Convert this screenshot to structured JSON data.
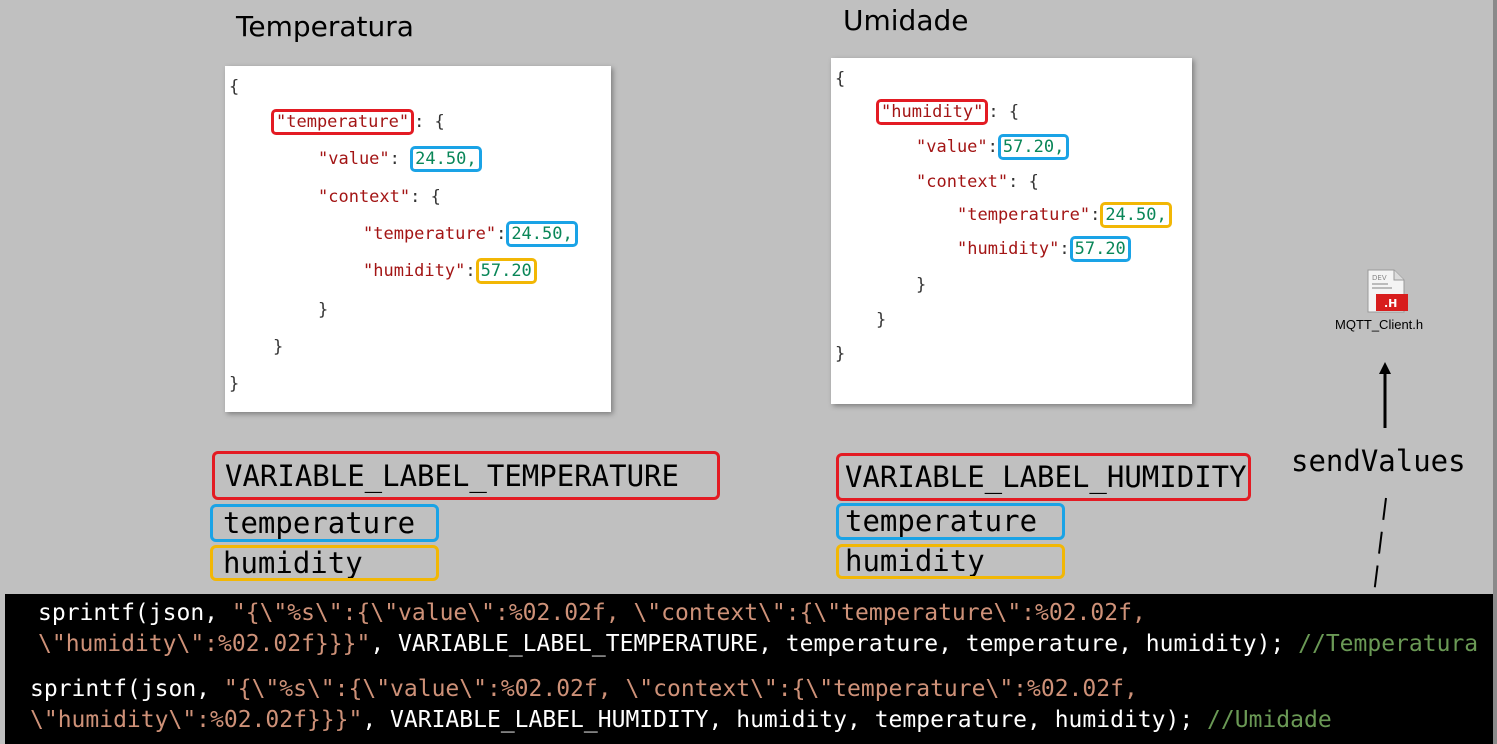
{
  "temperatura": {
    "title": "Temperatura",
    "json_lines": {
      "open": "{",
      "key_main": "\"temperature\"",
      "after_main": ": {",
      "value_key": "\"value\"",
      "colon": ":",
      "value_num": "24.50,",
      "context_key": "\"context\"",
      "context_open": ": {",
      "temp_key": "\"temperature\"",
      "temp_num": "24.50,",
      "hum_key": "\"humidity\"",
      "hum_num": "57.20",
      "close_inner": "}",
      "close_mid": "}",
      "close_outer": "}"
    },
    "var_label": "VARIABLE_LABEL_TEMPERATURE",
    "var_value": "temperature",
    "var_context": "humidity"
  },
  "umidade": {
    "title": "Umidade",
    "json_lines": {
      "open": "{",
      "key_main": "\"humidity\"",
      "after_main": ": {",
      "value_key": "\"value\"",
      "colon": ":",
      "value_num": "57.20,",
      "context_key": "\"context\"",
      "context_open": ": {",
      "temp_key": "\"temperature\"",
      "temp_num": "24.50,",
      "hum_key": "\"humidity\"",
      "hum_num": "57.20",
      "close_inner": "}",
      "close_mid": "}",
      "close_outer": "}"
    },
    "var_label": "VARIABLE_LABEL_HUMIDITY",
    "var_value": "temperature",
    "var_context": "humidity"
  },
  "file": {
    "icon": "header-file-icon",
    "badge": ".H",
    "name": "MQTT_Client.h"
  },
  "send_label": "sendValues",
  "code": {
    "line1a_prefix": "sprintf(json, ",
    "line1a_str": "\"{\\\"%s\\\":{\\\"value\\\":%02.02f, \\\"context\\\":{\\\"temperature\\\":%02.02f,",
    "line1b_str": "\\\"humidity\\\":%02.02f}}}\"",
    "line1b_rest": ", VARIABLE_LABEL_TEMPERATURE, temperature, temperature, humidity);",
    "line1b_comment": "//Temperatura",
    "line2a_prefix": "sprintf(json, ",
    "line2a_str": "\"{\\\"%s\\\":{\\\"value\\\":%02.02f, \\\"context\\\":{\\\"temperature\\\":%02.02f,",
    "line2b_str": "\\\"humidity\\\":%02.02f}}}\"",
    "line2b_rest": ", VARIABLE_LABEL_HUMIDITY, humidity, temperature, humidity);",
    "line2b_comment": "//Umidade"
  },
  "colors": {
    "label_box": "#e31b23",
    "value_box": "#1aa3e6",
    "context_box": "#f2b705",
    "string": "#ce9178",
    "comment": "#6a9955"
  }
}
